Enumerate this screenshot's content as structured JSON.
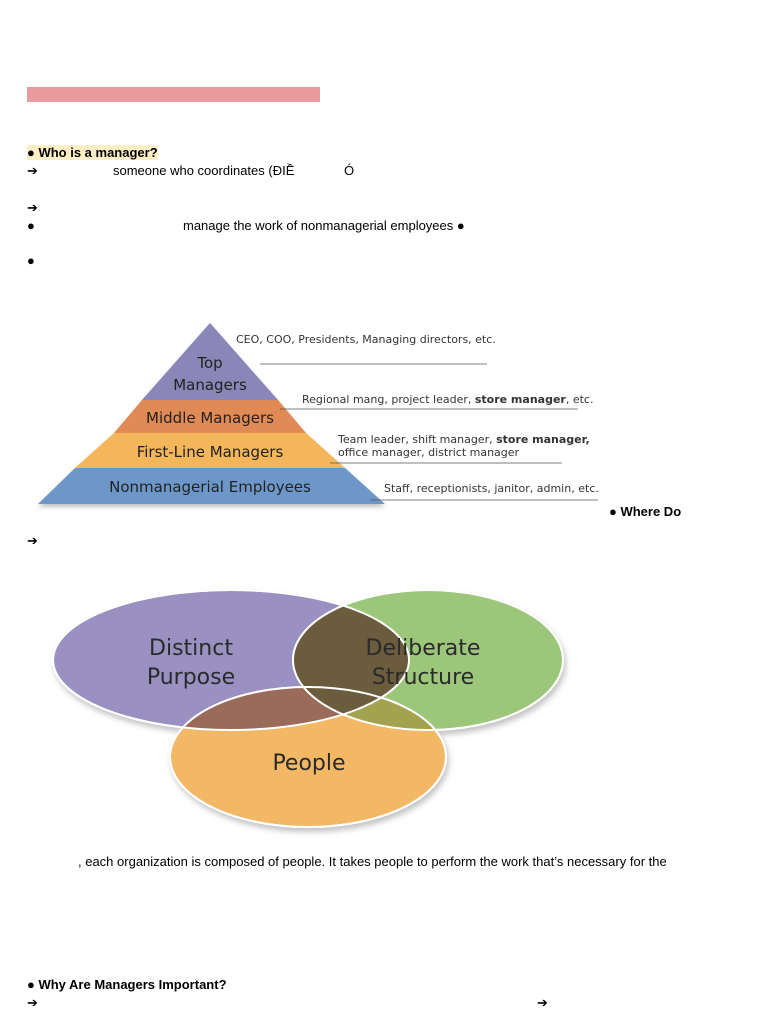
{
  "colors": {
    "title_bar": "#e99a9c",
    "highlight": "#fcefc6",
    "pyramid_top": "#8b86b8",
    "pyramid_middle": "#e08a55",
    "pyramid_first_line": "#f3b65a",
    "pyramid_base": "#6d97c8",
    "venn_purpose": "#9a91c2",
    "venn_structure": "#9cc77a",
    "venn_people": "#f2b866"
  },
  "text": {
    "q1_heading": "● Who is a manager?",
    "arrow": "➔",
    "bullet": "●",
    "line1": "someone who coordinates (ĐIỀ",
    "line1_tail": "Ó",
    "line3": "manage the work of nonmanagerial employees ●",
    "where_do": "● Where Do",
    "people_sentence": ", each organization is composed of people. It takes people to perform the work that’s necessary for the",
    "q2_heading": "● Why Are Managers Important?"
  },
  "pyramid": {
    "levels": [
      {
        "label_line1": "Top",
        "label_line2": "Managers",
        "description": "CEO, COO, Presidents, Managing directors, etc."
      },
      {
        "label": "Middle Managers",
        "description_plain": "Regional mang, project leader, ",
        "description_bold": "store manager",
        "description_end": ", etc."
      },
      {
        "label": "First-Line Managers",
        "description_plain": "Team leader, shift manager, ",
        "description_bold": "store manager,",
        "description_line2": "office manager, district manager"
      },
      {
        "label": "Nonmanagerial Employees",
        "description": "Staff, receptionists, janitor, admin, etc."
      }
    ]
  },
  "venn": {
    "purpose_line1": "Distinct",
    "purpose_line2": "Purpose",
    "structure_line1": "Deliberate",
    "structure_line2": "Structure",
    "people": "People"
  }
}
